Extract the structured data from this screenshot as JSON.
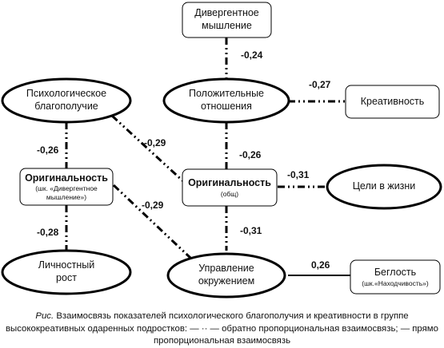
{
  "nodes": {
    "divergent": {
      "line1": "Дивергентное",
      "line2": "мышление"
    },
    "psych_wellbeing": {
      "line1": "Психологическое",
      "line2": "благополучие"
    },
    "positive_relations": {
      "line1": "Положительные",
      "line2": "отношения"
    },
    "creativity": {
      "line1": "Креативность"
    },
    "originality_div": {
      "line1": "Оригинальность",
      "sub1": "(шк. «Дивергентное",
      "sub2": "мышление»)"
    },
    "originality_gen": {
      "line1": "Оригинальность",
      "sub1": "(общ)"
    },
    "life_goals": {
      "line1": "Цели в жизни"
    },
    "personal_growth": {
      "line1": "Личностный",
      "line2": "рост"
    },
    "environment_mastery": {
      "line1": "Управление",
      "line2": "окружением"
    },
    "fluency": {
      "line1": "Беглость",
      "sub1": "(шк.«Находчивость»)"
    }
  },
  "edges": {
    "divergent_positive": {
      "label": "-0,24",
      "type": "inverse"
    },
    "positive_creativity": {
      "label": "-0,27",
      "type": "inverse"
    },
    "wellbeing_origdiv": {
      "label": "-0,26",
      "type": "inverse"
    },
    "wellbeing_origgen": {
      "label": "-0,29",
      "type": "inverse"
    },
    "positive_origgen": {
      "label": "-0,26",
      "type": "inverse"
    },
    "origgen_goals": {
      "label": "-0,31",
      "type": "inverse"
    },
    "origdiv_environment": {
      "label": "-0,29",
      "type": "inverse"
    },
    "origdiv_growth": {
      "label": "-0,28",
      "type": "inverse"
    },
    "origgen_environment": {
      "label": "-0,31",
      "type": "inverse"
    },
    "environment_fluency": {
      "label": "0,26",
      "type": "direct"
    }
  },
  "caption": {
    "lead": "Рис.",
    "text": " Взаимосвязь показателей психологического благополучия и креативности в группе высококреативных одаренных подростков: — ·· — обратно пропорциональная взаимосвязь; — прямо пропорциональная взаимосвязь"
  },
  "colors": {
    "stroke": "#000000",
    "background": "#ffffff"
  }
}
